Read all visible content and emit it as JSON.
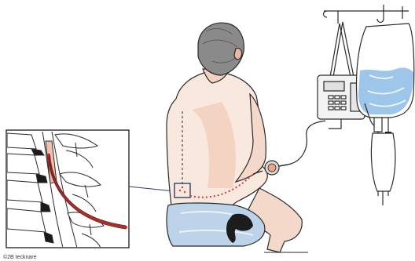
{
  "figure": {
    "credit": "©2B tecknare",
    "palette": {
      "skin_light": "#f7e6dc",
      "skin_shadow": "#f0c8b4",
      "hair": "#7a7a7a",
      "shorts": "#bcd3ea",
      "fluid": "#9ec6ea",
      "catheter": "#b32a28",
      "catheter_dots": "#d23a3a",
      "line": "#2a2a2a",
      "marker_box": "#2d3f6b"
    },
    "parts": {
      "inset": "spine-cross-section-inset",
      "patient": "seated-patient-back-view",
      "pump": "infusion-pump",
      "bag": "iv-fluid-bag",
      "stand": "iv-stand-hooks"
    }
  }
}
